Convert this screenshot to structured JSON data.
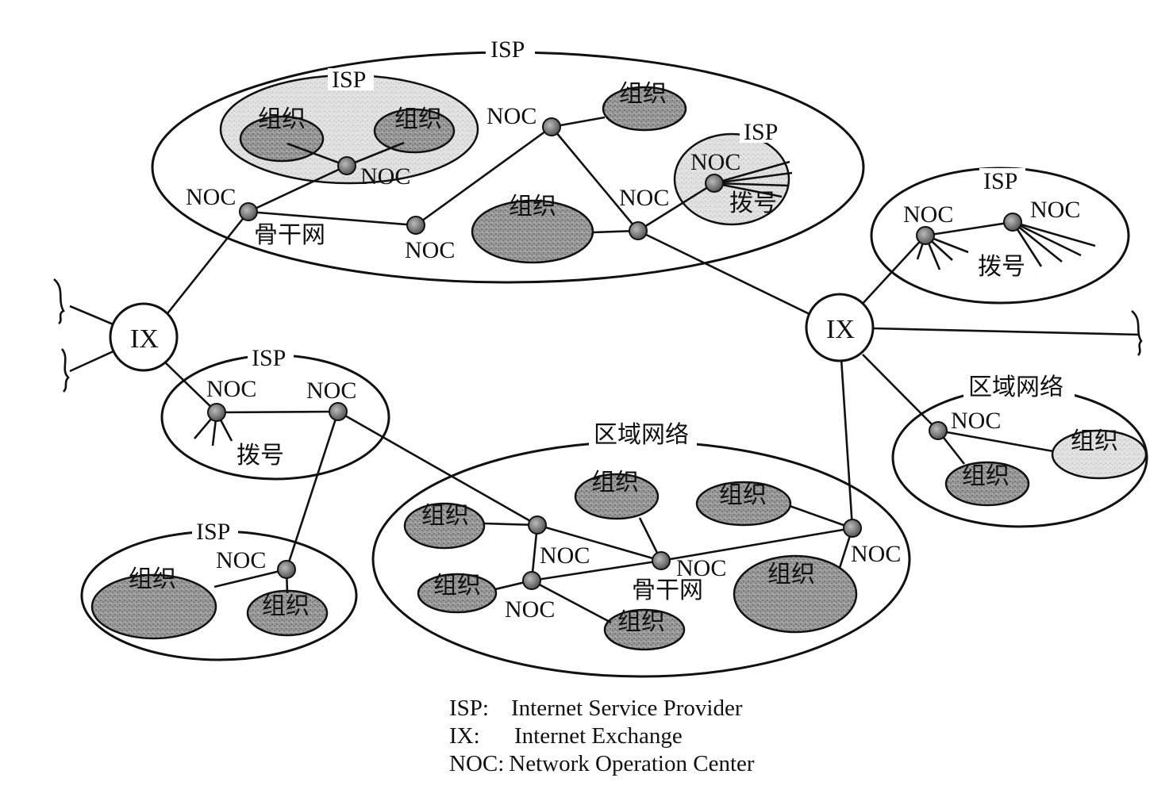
{
  "labels": {
    "isp": "ISP",
    "noc": "NOC",
    "ix": "IX",
    "org": "组织",
    "backbone": "骨干网",
    "dialup": "拨号",
    "regional": "区域网络"
  },
  "legend": [
    {
      "key": "ISP:",
      "desc": "Internet Service Provider"
    },
    {
      "key": "IX:",
      "desc": "Internet Exchange"
    },
    {
      "key": "NOC:",
      "desc": "Network Operation Center"
    }
  ]
}
